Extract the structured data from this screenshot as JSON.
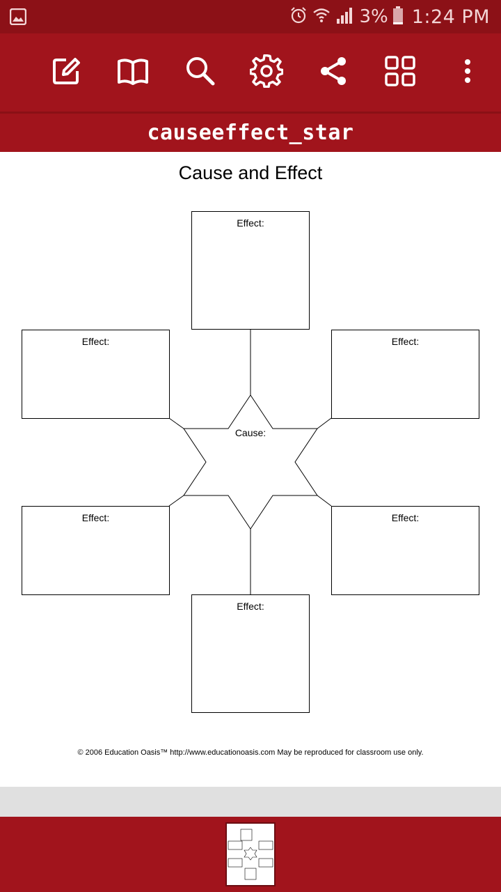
{
  "status_bar": {
    "battery_percent": "3%",
    "time": "1:24 PM"
  },
  "toolbar": {
    "buttons": [
      {
        "name": "edit-icon"
      },
      {
        "name": "book-icon"
      },
      {
        "name": "search-icon"
      },
      {
        "name": "gear-icon"
      },
      {
        "name": "share-icon"
      },
      {
        "name": "grid-icon"
      },
      {
        "name": "more-vert-icon"
      }
    ]
  },
  "document": {
    "file_name": "causeeffect_star",
    "title": "Cause and Effect",
    "effect_label": "Effect:",
    "cause_label": "Cause:",
    "footer": "© 2006 Education Oasis™  http://www.educationoasis.com  May be reproduced for classroom use only."
  },
  "colors": {
    "status_bar": "#8c1117",
    "toolbar": "#a1141c"
  }
}
